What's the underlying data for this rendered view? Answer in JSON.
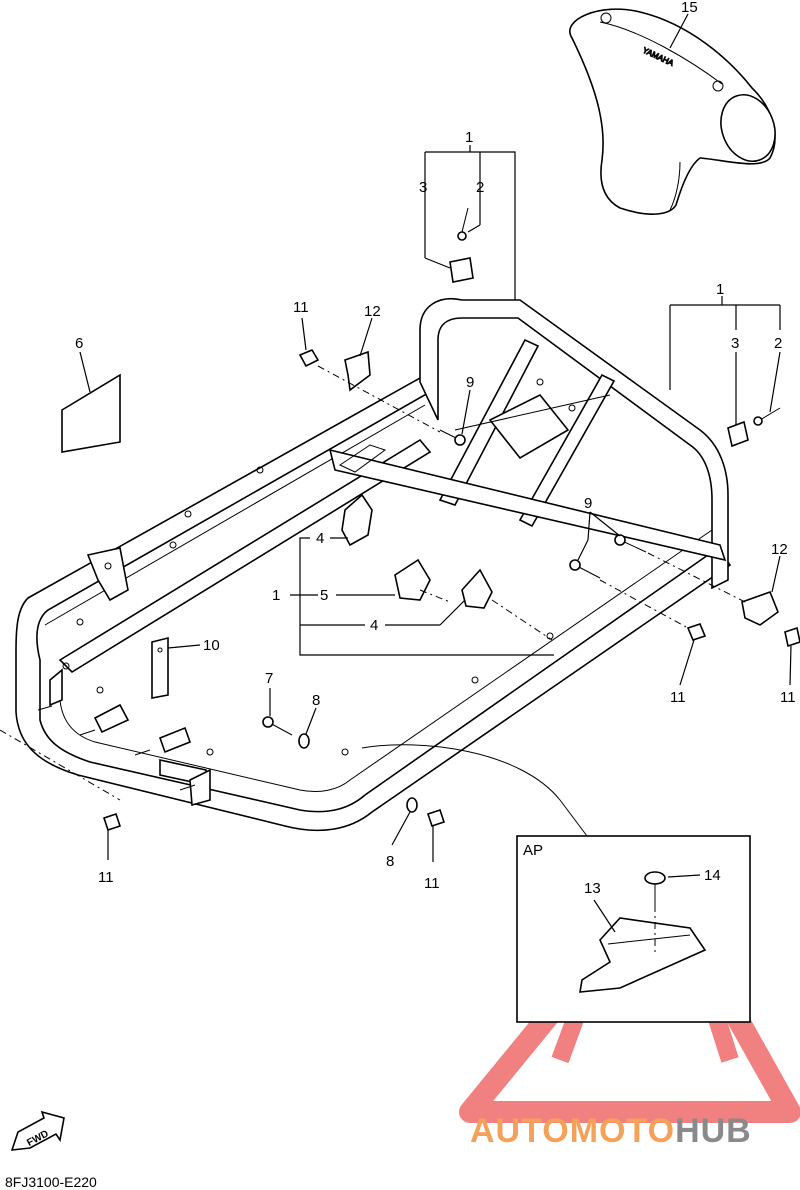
{
  "diagram_code": "8FJ3100-E220",
  "fwd_label": "FWD",
  "inset_label": "AP",
  "watermark": {
    "brand_a": "AUTOMOTO",
    "brand_b": "HUB",
    "color_a": "#f4a15a",
    "color_b": "#8a8a8a",
    "logo_color": "#ef6b6b"
  },
  "callouts": {
    "c15": "15",
    "c1_top": "1",
    "c3_top": "3",
    "c2_top": "2",
    "c1_right": "1",
    "c3_right": "3",
    "c2_right": "2",
    "c11_a": "11",
    "c12_a": "12",
    "c6": "6",
    "c9_a": "9",
    "c9_b": "9",
    "c4_a": "4",
    "c1_mid": "1",
    "c5": "5",
    "c4_b": "4",
    "c10": "10",
    "c12_b": "12",
    "c11_b": "11",
    "c11_c": "11",
    "c7": "7",
    "c8_a": "8",
    "c11_d": "11",
    "c8_b": "8",
    "c11_e": "11",
    "c14": "14",
    "c13": "13"
  }
}
